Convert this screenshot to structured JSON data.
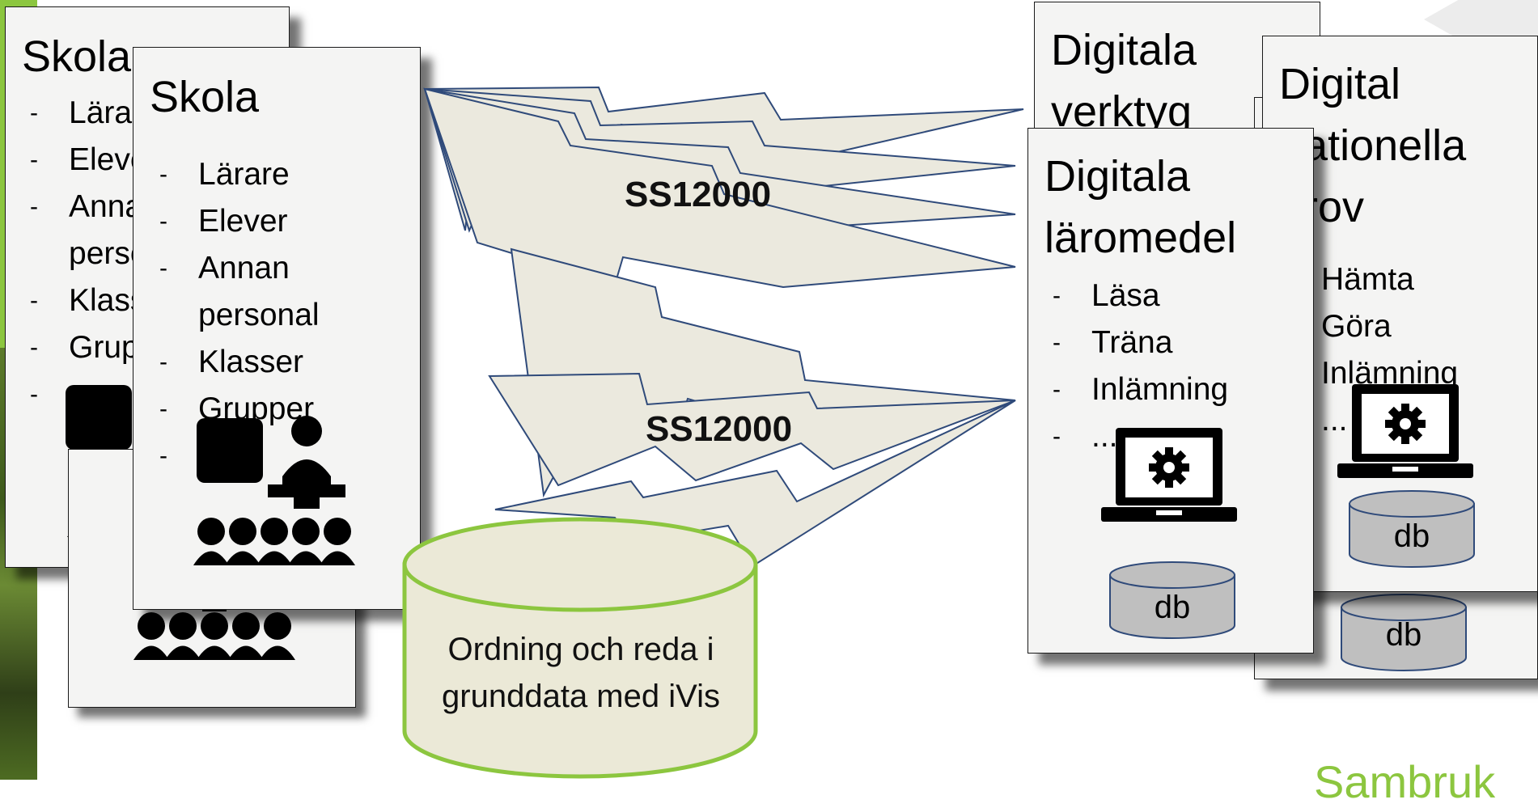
{
  "schools": {
    "back": {
      "title": "Skola",
      "items": [
        "Lärare",
        "Elever",
        "Annan",
        "personal",
        "Klasser",
        "Grupper",
        "..."
      ]
    },
    "front": {
      "title": "Skola",
      "items": [
        "Lärare",
        "Elever",
        "Annan",
        "personal",
        "Klasser",
        "Grupper",
        "..."
      ]
    }
  },
  "connections": {
    "top_label": "SS12000",
    "bottom_label": "SS12000"
  },
  "database": {
    "line1": "Ordning och reda i",
    "line2": "grunddata med iVis"
  },
  "services": {
    "tools": {
      "line1": "Digitala",
      "line2": "verktyg"
    },
    "tests": {
      "line1": "Digital",
      "line2": "nationella",
      "line3": "prov",
      "items": [
        "Hämta",
        "Göra",
        "Inlämning",
        "..."
      ],
      "db_top": "db",
      "db_bottom": "db"
    },
    "materials": {
      "line1": "Digitala",
      "line2": "läromedel",
      "items": [
        "Läsa",
        "Träna",
        "Inlämning",
        "..."
      ],
      "db": "db"
    }
  },
  "brand": {
    "text": "Sambruk"
  },
  "colors": {
    "accent_green": "#8cc63f",
    "arrow_fill": "#ebe9de",
    "arrow_stroke": "#2f4a7a",
    "cylinder_fill": "#ebe9d7",
    "db_fill": "#bfbfbf",
    "db_stroke": "#2f4a7a"
  }
}
